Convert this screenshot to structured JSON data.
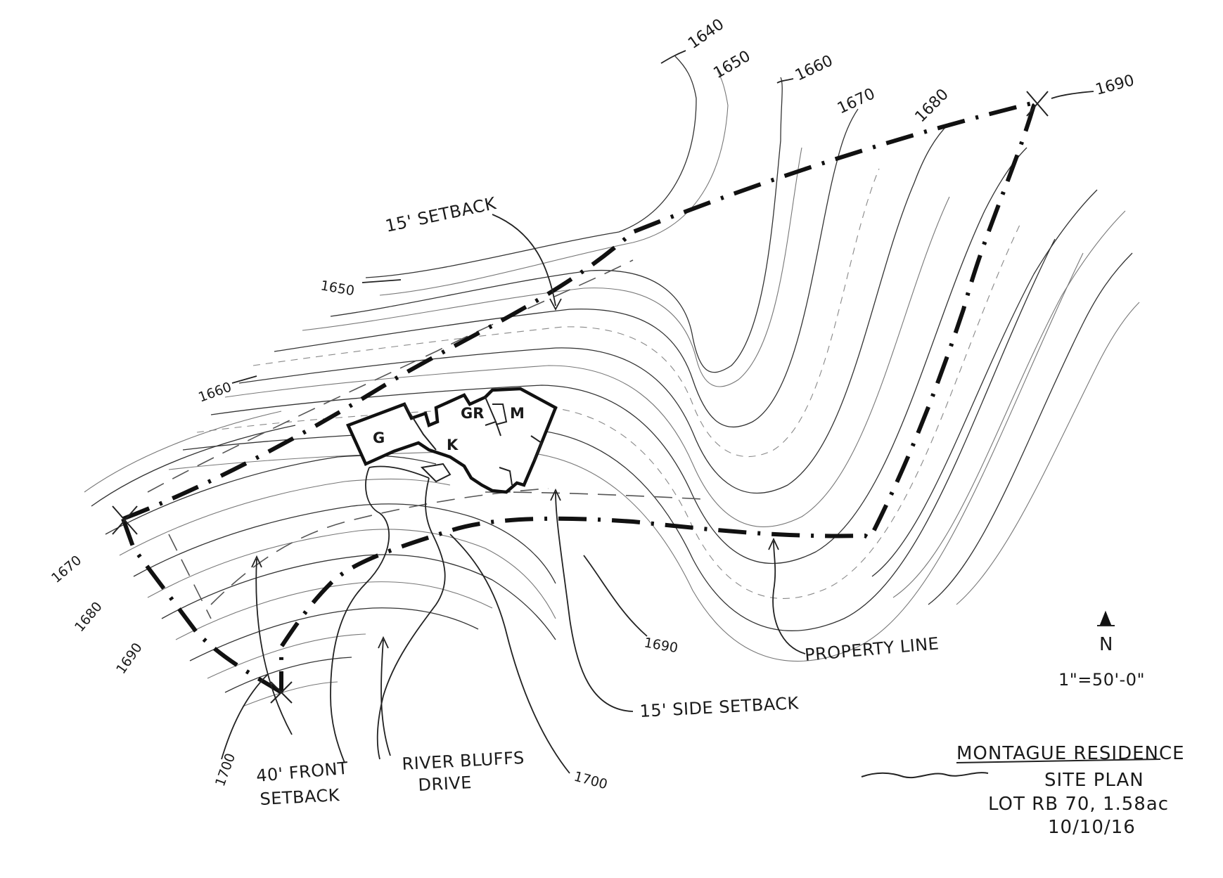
{
  "contour_labels": {
    "c1640": "1640",
    "c1650_top": "1650",
    "c1660_top": "1660",
    "c1670_top": "1670",
    "c1680_top": "1680",
    "c1690_top": "1690",
    "c1650_left": "1650",
    "c1660_left": "1660",
    "c1670_left": "1670",
    "c1680_left": "1680",
    "c1690_left": "1690",
    "c1690_mid": "1690",
    "c1700_left": "1700",
    "c1700_right": "1700"
  },
  "annotations": {
    "setback_15": "15' SETBACK",
    "property_line": "PROPERTY LINE",
    "side_setback": "15' SIDE SETBACK",
    "front_setback_1": "40' FRONT",
    "front_setback_2": "SETBACK",
    "drive_1": "RIVER BLUFFS",
    "drive_2": "DRIVE"
  },
  "rooms": {
    "garage": "G",
    "great_room": "GR",
    "master": "M",
    "kitchen": "K"
  },
  "north_arrow": {
    "letter": "N",
    "scale": "1\"=50'-0\""
  },
  "title_block": {
    "project": "MONTAGUE RESIDENCE",
    "sheet": "SITE PLAN",
    "lot": "LOT RB 70, 1.58ac",
    "date": "10/10/16"
  }
}
